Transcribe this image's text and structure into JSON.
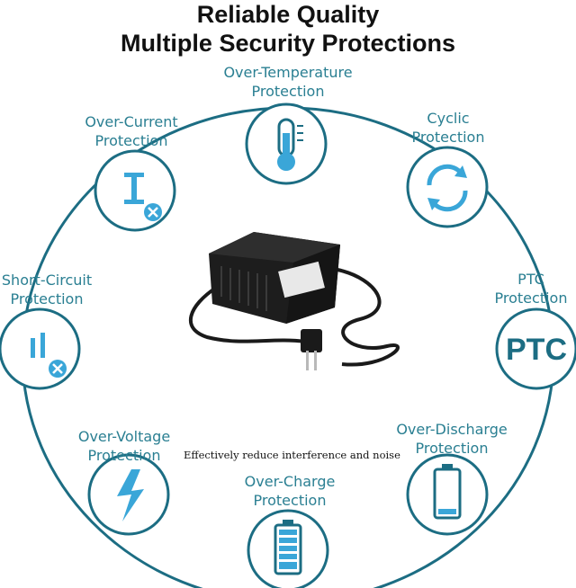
{
  "heading": {
    "line1": "Reliable Quality",
    "line2": "Multiple Security Protections"
  },
  "protections": [
    {
      "line1": "Over-Temperature",
      "line2": "Protection",
      "icon": "thermometer-icon"
    },
    {
      "line1": "Cyclic",
      "line2": "Protection",
      "icon": "cycle-arrows-icon"
    },
    {
      "line1": "PTC",
      "line2": "Protection",
      "icon": "ptc-icon"
    },
    {
      "line1": "Over-Discharge",
      "line2": "Protection",
      "icon": "battery-low-icon"
    },
    {
      "line1": "Over-Charge",
      "line2": "Protection",
      "icon": "battery-full-icon"
    },
    {
      "line1": "Over-Voltage",
      "line2": "Protection",
      "icon": "lightning-icon"
    },
    {
      "line1": "Short-Circuit",
      "line2": "Protection",
      "icon": "short-circuit-icon"
    },
    {
      "line1": "Over-Current",
      "line2": "Protection",
      "icon": "current-x-icon"
    }
  ],
  "ptc_badge": "PTC",
  "note": "Effectively reduce interference and noise",
  "colors": {
    "accent": "#1c6d83",
    "icon_fill": "#3aa6d8",
    "label": "#2a7f92"
  }
}
